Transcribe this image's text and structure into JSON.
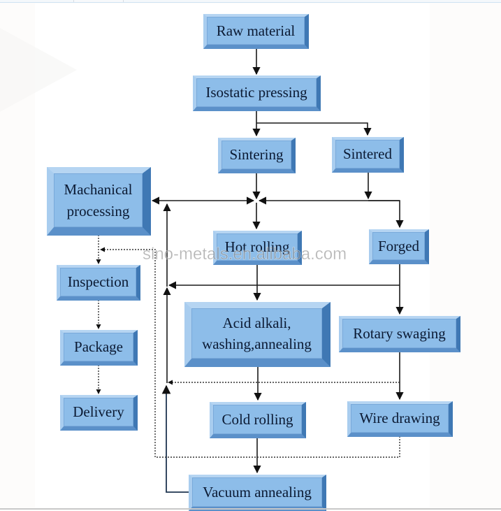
{
  "diagram": {
    "type": "process-flowchart",
    "nodes": {
      "raw_material": "Raw material",
      "isostatic_pressing": "Isostatic pressing",
      "sintering": "Sintering",
      "sintered": "Sintered",
      "mechanical_processing": "Machanical\nprocessing",
      "hot_rolling": "Hot rolling",
      "forged": "Forged",
      "inspection": "Inspection",
      "acid_alkali": "Acid alkali,\nwashing,annealing",
      "rotary_swaging": "Rotary swaging",
      "package": "Package",
      "delivery": "Delivery",
      "cold_rolling": "Cold rolling",
      "wire_drawing": "Wire drawing",
      "vacuum_annealing": "Vacuum annealing"
    },
    "edges": [
      {
        "from": "Raw material",
        "to": "Isostatic pressing",
        "style": "solid"
      },
      {
        "from": "Isostatic pressing",
        "to": "Sintering",
        "style": "solid"
      },
      {
        "from": "Isostatic pressing",
        "to": "Sintered",
        "style": "solid"
      },
      {
        "from": "Sintering",
        "to": "Hot rolling",
        "style": "solid"
      },
      {
        "from": "Sintered",
        "to": "Forged",
        "style": "solid"
      },
      {
        "from": "Sintered",
        "to": "Machanical processing",
        "style": "solid"
      },
      {
        "from": "Hot rolling",
        "to": "Acid alkali, washing,annealing",
        "style": "solid"
      },
      {
        "from": "Forged",
        "to": "Rotary swaging",
        "style": "solid"
      },
      {
        "from": "Forged",
        "to": "Machanical processing",
        "style": "solid"
      },
      {
        "from": "Acid alkali, washing,annealing",
        "to": "Cold rolling",
        "style": "solid"
      },
      {
        "from": "Rotary swaging",
        "to": "Wire drawing",
        "style": "solid"
      },
      {
        "from": "Rotary swaging",
        "to": "Machanical processing",
        "style": "dotted"
      },
      {
        "from": "Cold rolling",
        "to": "Vacuum annealing",
        "style": "solid"
      },
      {
        "from": "Vacuum annealing",
        "to": "Machanical processing",
        "style": "solid"
      },
      {
        "from": "Wire drawing",
        "to": "Inspection",
        "style": "dotted"
      },
      {
        "from": "Machanical processing",
        "to": "Inspection",
        "style": "dotted"
      },
      {
        "from": "Inspection",
        "to": "Package",
        "style": "dotted"
      },
      {
        "from": "Package",
        "to": "Delivery",
        "style": "dotted"
      }
    ],
    "colors": {
      "box_fill": "#8dbde9",
      "box_edge_dark": "#3f78b4",
      "box_text": "#0b1a33",
      "line": "#1a1a1a",
      "return_line": "#1f3550"
    }
  },
  "watermark": "sino-metals.en.alibaba.com"
}
